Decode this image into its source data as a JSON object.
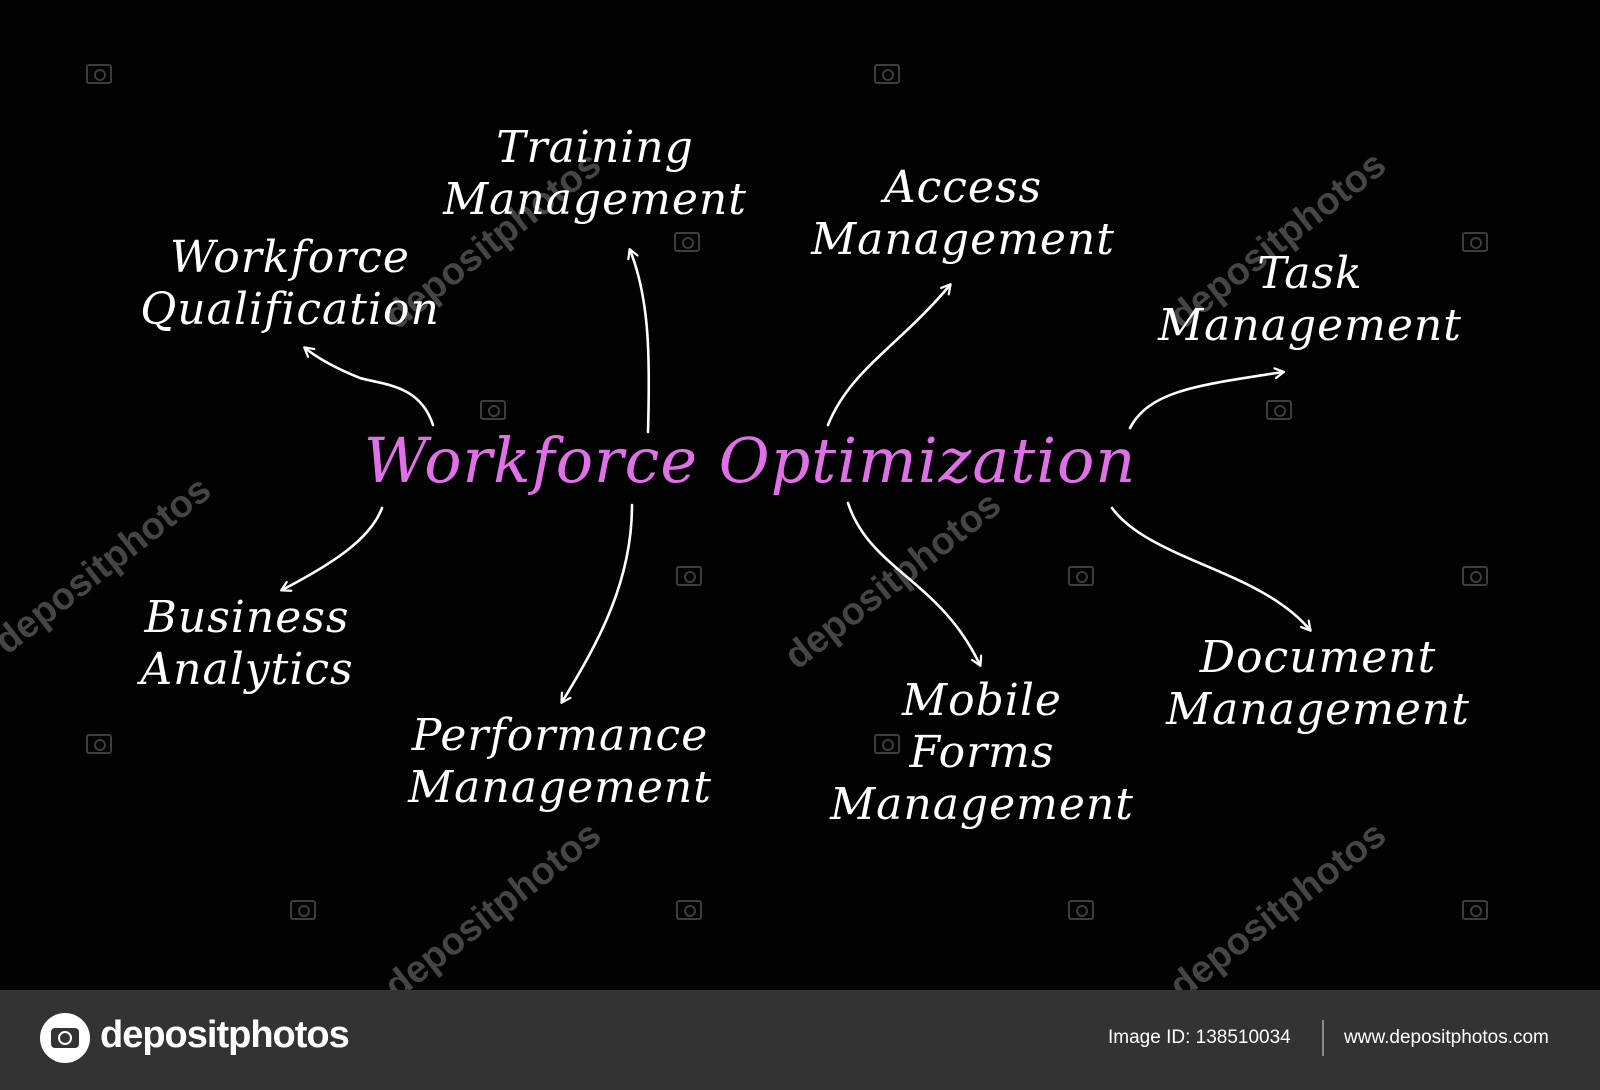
{
  "diagram": {
    "center": "Workforce Optimization",
    "colors": {
      "center": "#e070e8",
      "nodes": "#ffffff",
      "background": "#020202"
    },
    "nodes": [
      {
        "id": "workforce-qualification",
        "lines": [
          "Workforce",
          "Qualification"
        ]
      },
      {
        "id": "training-management",
        "lines": [
          "Training",
          "Management"
        ]
      },
      {
        "id": "access-management",
        "lines": [
          "Access",
          "Management"
        ]
      },
      {
        "id": "task-management",
        "lines": [
          "Task",
          "Management"
        ]
      },
      {
        "id": "business-analytics",
        "lines": [
          "Business",
          "Analytics"
        ]
      },
      {
        "id": "performance-management",
        "lines": [
          "Performance",
          "Management"
        ]
      },
      {
        "id": "mobile-forms-management",
        "lines": [
          "Mobile",
          "Forms",
          "Management"
        ]
      },
      {
        "id": "document-management",
        "lines": [
          "Document",
          "Management"
        ]
      }
    ]
  },
  "watermark": "depositphotos",
  "footer": {
    "logo": "depositphotos",
    "image_id": "Image ID: 138510034",
    "url": "www.depositphotos.com",
    "background": "#333333"
  }
}
